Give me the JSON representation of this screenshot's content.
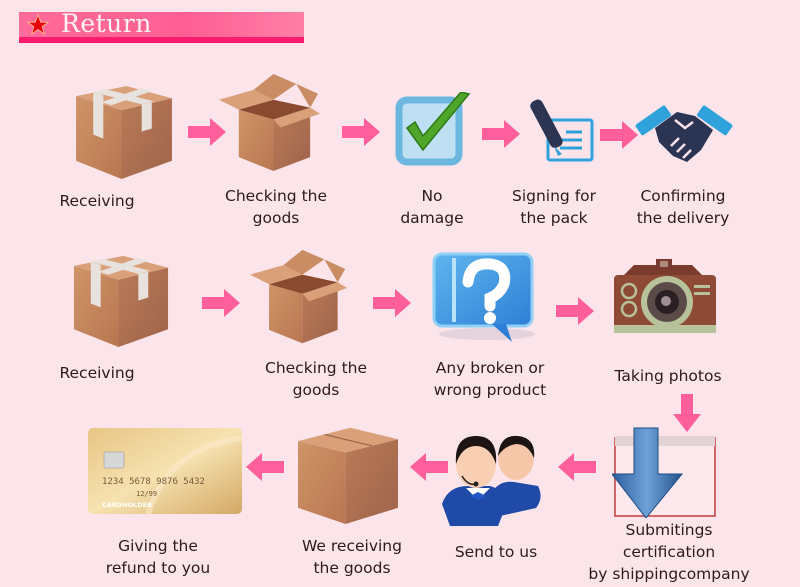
{
  "header": {
    "title": "Return",
    "icon": "star-icon"
  },
  "colors": {
    "background": "#fbe4ea",
    "banner": "#ff5f94",
    "banner_border": "#ff1b6e",
    "arrow": "#ff5f9b"
  },
  "row1": {
    "steps": [
      {
        "icon": "taped-box-icon",
        "label_lines": [
          "Receiving"
        ]
      },
      {
        "icon": "open-box-icon",
        "label_lines": [
          "Checking the",
          "goods"
        ]
      },
      {
        "icon": "checkmark-icon",
        "label_lines": [
          "No",
          "damage"
        ]
      },
      {
        "icon": "pen-sign-icon",
        "label_lines": [
          "Signing for",
          "the pack"
        ]
      },
      {
        "icon": "handshake-icon",
        "label_lines": [
          "Confirming",
          "the delivery"
        ]
      }
    ]
  },
  "row2": {
    "steps": [
      {
        "icon": "taped-box-icon",
        "label_lines": [
          "Receiving"
        ]
      },
      {
        "icon": "open-box-icon",
        "label_lines": [
          "Checking the",
          "goods"
        ]
      },
      {
        "icon": "question-bubble-icon",
        "label_lines": [
          "Any broken or",
          "wrong product"
        ]
      },
      {
        "icon": "camera-icon",
        "label_lines": [
          "Taking photos"
        ]
      }
    ]
  },
  "row3": {
    "steps": [
      {
        "icon": "download-certificate-icon",
        "label_lines": [
          "Submitings",
          "certification",
          "by shippingcompany"
        ]
      },
      {
        "icon": "support-agents-icon",
        "label_lines": [
          "Send to us"
        ]
      },
      {
        "icon": "closed-box-icon",
        "label_lines": [
          "We receiving",
          "the goods"
        ]
      },
      {
        "icon": "credit-card-icon",
        "label_lines": [
          "Giving the",
          "refund to you"
        ]
      }
    ]
  },
  "card": {
    "number": "1234 5678 9876 5432",
    "expiry": "12/99",
    "holder": "CARDHOLDER"
  }
}
